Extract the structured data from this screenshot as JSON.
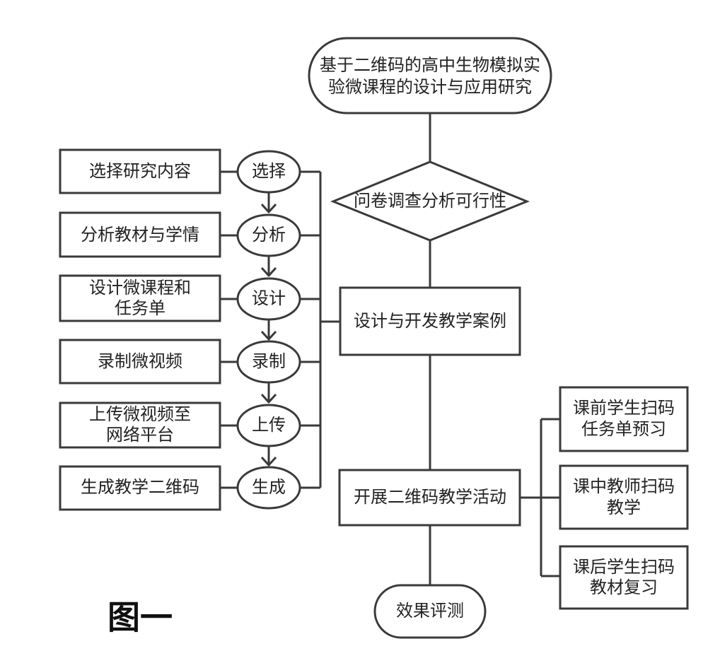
{
  "main": {
    "title_lines": [
      "基于二维码的高中生物模拟实",
      "验微课程的设计与应用研究"
    ],
    "decision": "问卷调查分析可行性",
    "design": "设计与开发教学案例",
    "activity": "开展二维码教学活动",
    "evaluation": "效果评测"
  },
  "steps": [
    {
      "oval": "选择",
      "box": [
        "选择研究内容"
      ]
    },
    {
      "oval": "分析",
      "box": [
        "分析教材与学情"
      ]
    },
    {
      "oval": "设计",
      "box": [
        "设计微课程和",
        "任务单"
      ]
    },
    {
      "oval": "录制",
      "box": [
        "录制微视频"
      ]
    },
    {
      "oval": "上传",
      "box": [
        "上传微视频至",
        "网络平台"
      ]
    },
    {
      "oval": "生成",
      "box": [
        "生成教学二维码"
      ]
    }
  ],
  "activities": [
    [
      "课前学生扫码",
      "任务单预习"
    ],
    [
      "课中教师扫码",
      "教学"
    ],
    [
      "课后学生扫码",
      "教材复习"
    ]
  ],
  "figure_label": "图一"
}
